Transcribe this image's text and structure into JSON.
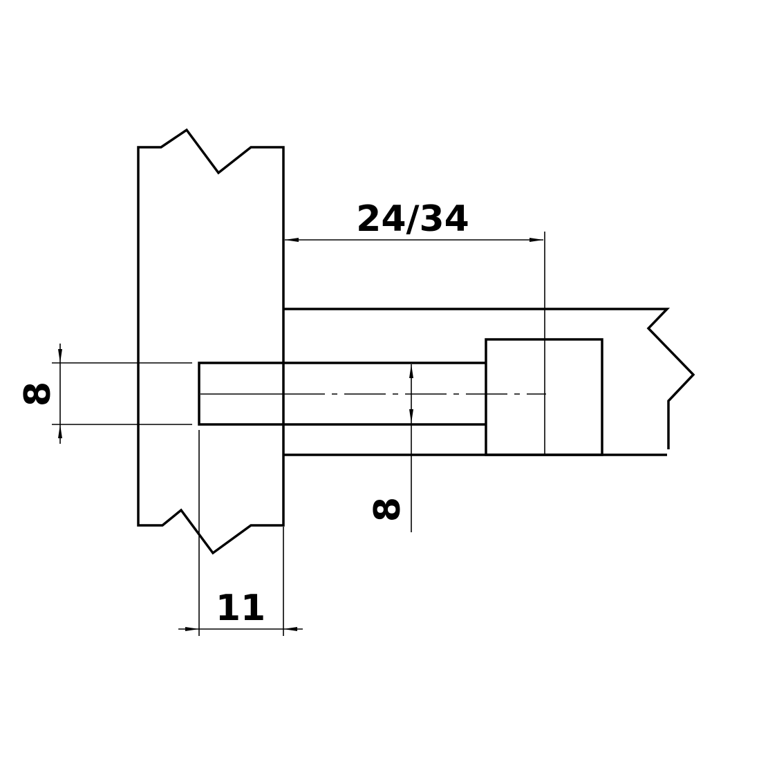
{
  "drawing": {
    "dimensions": {
      "insertion_depth": "24/34",
      "bore_diameter_panel": "8",
      "dowel_diameter": "8",
      "bore_depth": "11"
    },
    "line_color": "#000000",
    "background": "#ffffff"
  }
}
